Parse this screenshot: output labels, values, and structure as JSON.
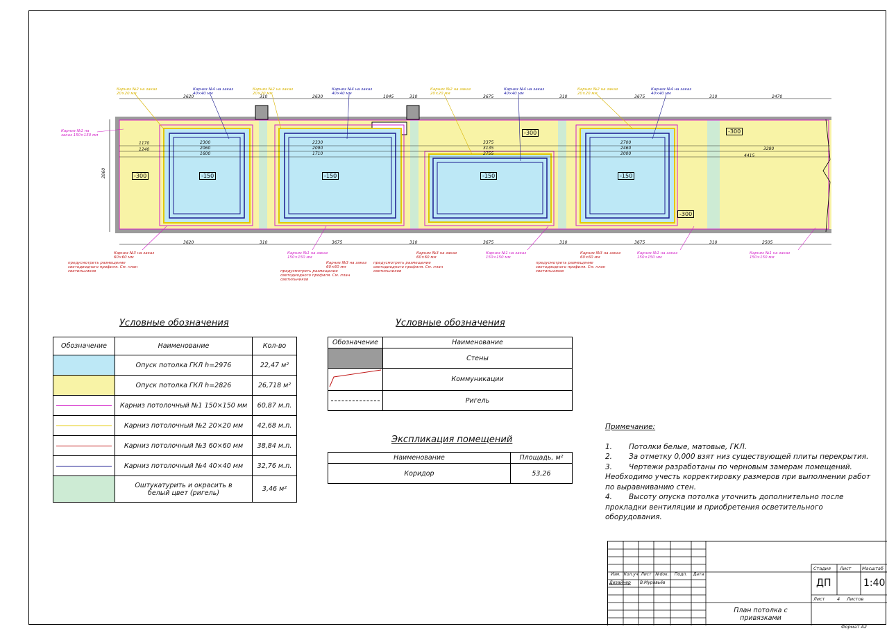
{
  "plan": {
    "top_dims": [
      "3620",
      "310",
      "2630",
      "1045",
      "310",
      "3675",
      "310",
      "3675",
      "310",
      "2470"
    ],
    "bottom_dims": [
      "3620",
      "310",
      "3675",
      "310",
      "3675",
      "310",
      "3675",
      "310",
      "2505"
    ],
    "left_dim": "2860",
    "level_labels": [
      "-300",
      "-150",
      "-150",
      "-150",
      "-150",
      "-300",
      "-300",
      "-300"
    ],
    "inner_dims_a": [
      "2300",
      "2060",
      "1600"
    ],
    "inner_dims_b": [
      "2330",
      "2090",
      "1710"
    ],
    "inner_dims_c": [
      "3375",
      "3135",
      "2755"
    ],
    "inner_dims_d": [
      "2700",
      "2460",
      "2000"
    ],
    "side_dims": [
      "1170",
      "1240",
      "3280",
      "4415"
    ],
    "callouts_top": [
      {
        "text": "Карниз №2 на заказ 20×20 мм",
        "color": "#d9b400"
      },
      {
        "text": "Карниз №4 на заказ 40×40 мм",
        "color": "#1a1aa6"
      },
      {
        "text": "Карниз №2 на заказ 20×20 мм",
        "color": "#d9b400"
      },
      {
        "text": "Карниз №4 на заказ 40×40 мм",
        "color": "#1a1aa6"
      },
      {
        "text": "Карниз №2 на заказ 20×20 мм",
        "color": "#d9b400"
      },
      {
        "text": "Карниз №4 на заказ 40×40 мм",
        "color": "#1a1aa6"
      },
      {
        "text": "Карниз №2 на заказ 20×20 мм",
        "color": "#d9b400"
      },
      {
        "text": "Карниз №4 на заказ 40×40 мм",
        "color": "#1a1aa6"
      }
    ],
    "callout_left": "Карниз №1 на заказ 150×150 мм",
    "callouts_bottom": [
      "Карниз №3 на заказ 60×60 мм",
      "Карниз №1 на заказ 150×150 мм",
      "Карниз №3 на заказ 60×60 мм",
      "Карниз №3 на заказ 60×60 мм",
      "Карниз №1 на заказ 150×150 мм",
      "Карниз №3 на заказ 60×60 мм",
      "Карниз №1 на заказ 150×150 мм",
      "Карниз №1 на заказ 150×150 мм"
    ],
    "bottom_note": "предусмотреть размещение светодиодного профиля. См. план светильников"
  },
  "legend1": {
    "title": "Условные обозначения",
    "headers": [
      "Обозначение",
      "Наименование",
      "Кол-во"
    ],
    "rows": [
      {
        "name": "Опуск потолка ГКЛ h=2976",
        "qty": "22,47 м²",
        "kind": "fill",
        "color": "#bde8f6"
      },
      {
        "name": "Опуск потолка ГКЛ h=2826",
        "qty": "26,718 м²",
        "kind": "fill",
        "color": "#f8f3a6"
      },
      {
        "name": "Карниз потолочный №1 150×150 мм",
        "qty": "60,87 м.п.",
        "kind": "line",
        "color": "#d21fc8"
      },
      {
        "name": "Карниз потолочный №2 20×20 мм",
        "qty": "42,68 м.п.",
        "kind": "line",
        "color": "#e3c800"
      },
      {
        "name": "Карниз потолочный №3  60×60 мм",
        "qty": "38,84 м.п.",
        "kind": "line",
        "color": "#c01818"
      },
      {
        "name": "Карниз потолочный №4 40×40 мм",
        "qty": "32,76 м.п.",
        "kind": "line",
        "color": "#1a1a8f"
      },
      {
        "name": "Оштукатурить и окрасить в белый цвет (ригель)",
        "qty": "3,46 м²",
        "kind": "fill",
        "color": "#cdebd4"
      }
    ]
  },
  "legend2": {
    "title": "Условные обозначения",
    "headers": [
      "Обозначение",
      "Наименование"
    ],
    "rows": [
      "Стены",
      "Коммуникации",
      "Ригель"
    ]
  },
  "explication": {
    "title": "Экспликация помещений",
    "headers": [
      "Наименование",
      "Площадь, м²"
    ],
    "row": {
      "name": "Коридор",
      "area": "53,26"
    }
  },
  "notes": {
    "title": "Примечание:",
    "items": [
      {
        "num": "1.",
        "text": "Потолки белые, матовые, ГКЛ."
      },
      {
        "num": "2.",
        "text": "За отметку 0,000 взят низ существующей плиты перекрытия."
      },
      {
        "num": "3.",
        "text": "Чертежи разработаны по черновым замерам помещений. Необходимо учесть корректировку размеров при выполнении работ по выравниванию стен."
      },
      {
        "num": "4.",
        "text": "Высоту опуска потолка уточнить дополнительно после прокладки вентиляции и приобретения осветительного оборудования."
      }
    ]
  },
  "stamp": {
    "col_headers": [
      "Изм.",
      "Кол.уч",
      "Лист",
      "№doк.",
      "Подп.",
      "Дата"
    ],
    "designer_role": "Дизайнер",
    "designer_name": "В.Муравьёв",
    "stage_label": "Стадия",
    "sheet_label": "Лист",
    "scale_label": "Масштаб",
    "stage": "ДП",
    "scale": "1:40",
    "sheet_row": "Лист",
    "sheet_num": "4",
    "sheets_label": "Листов",
    "drawing_title": "План потолка с привязками",
    "format": "Формат А2"
  },
  "colors": {
    "blue": "#bde8f6",
    "yellow": "#f8f3a6",
    "green": "#cdebd4",
    "wall": "#9b9b9b",
    "magenta": "#d21fc8"
  }
}
